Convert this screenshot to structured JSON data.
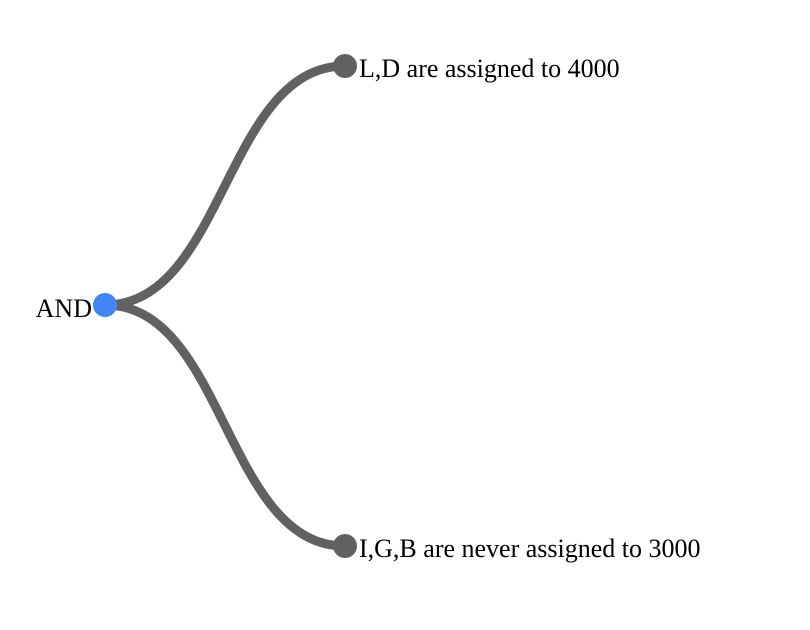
{
  "root": {
    "label": "AND",
    "color": "#4285f4"
  },
  "children": [
    {
      "label": "L,D are assigned to 4000",
      "color": "#616161"
    },
    {
      "label": "I,G,B are never assigned to 3000",
      "color": "#616161"
    }
  ],
  "link_color": "#616161"
}
